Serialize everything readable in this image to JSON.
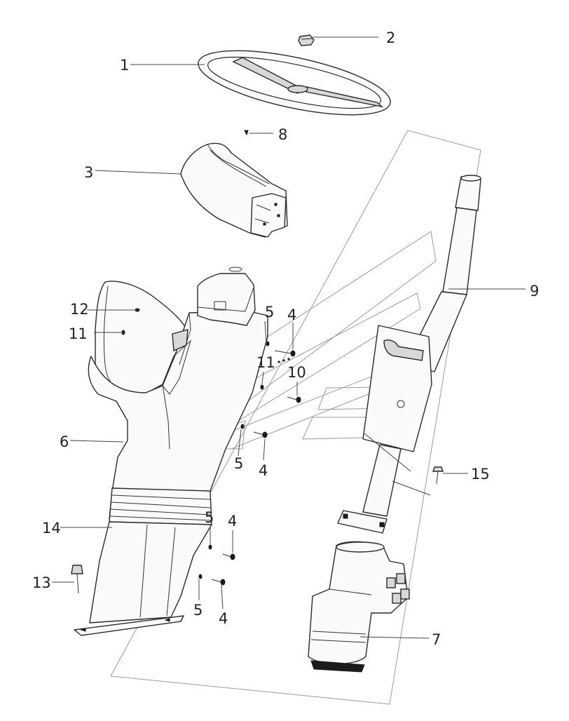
{
  "diagram": {
    "callouts": [
      {
        "id": "c1",
        "label": "1"
      },
      {
        "id": "c2",
        "label": "2"
      },
      {
        "id": "c3",
        "label": "3"
      },
      {
        "id": "c4a",
        "label": "4"
      },
      {
        "id": "c4b",
        "label": "4"
      },
      {
        "id": "c4c",
        "label": "4"
      },
      {
        "id": "c4d",
        "label": "4"
      },
      {
        "id": "c5a",
        "label": "5"
      },
      {
        "id": "c5b",
        "label": "5"
      },
      {
        "id": "c5c",
        "label": "5"
      },
      {
        "id": "c5d",
        "label": "5"
      },
      {
        "id": "c6",
        "label": "6"
      },
      {
        "id": "c7",
        "label": "7"
      },
      {
        "id": "c8",
        "label": "8"
      },
      {
        "id": "c9",
        "label": "9"
      },
      {
        "id": "c10",
        "label": "10"
      },
      {
        "id": "c11a",
        "label": "11"
      },
      {
        "id": "c11b",
        "label": "11"
      },
      {
        "id": "c12",
        "label": "12"
      },
      {
        "id": "c13",
        "label": "13"
      },
      {
        "id": "c14",
        "label": "14"
      },
      {
        "id": "c15",
        "label": "15"
      }
    ]
  }
}
